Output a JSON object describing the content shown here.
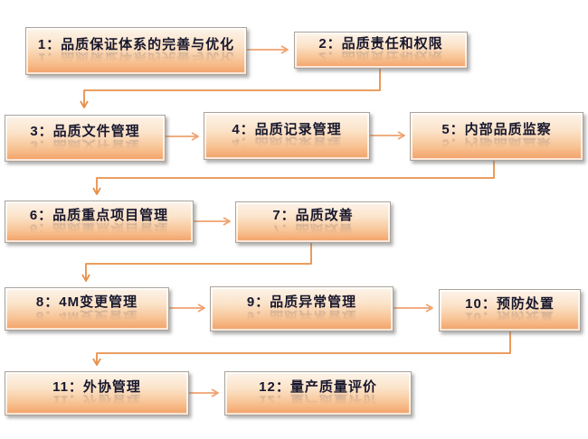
{
  "colors": {
    "background": "#ffffff",
    "box_border": "#aaa49c",
    "box_gradient_top": "#fdf4ea",
    "box_gradient_bottom": "#f2a066",
    "connector_straight": "#efa271",
    "connector_elbow": "#e8904b",
    "label_text": "#17172d"
  },
  "flowchart": {
    "nodes": [
      {
        "id": "1",
        "label": "1：品质保证体系的完善与优化"
      },
      {
        "id": "2",
        "label": "2：品质责任和权限"
      },
      {
        "id": "3",
        "label": "3：品质文件管理"
      },
      {
        "id": "4",
        "label": "4：品质记录管理"
      },
      {
        "id": "5",
        "label": "5：内部品质监察"
      },
      {
        "id": "6",
        "label": "6：品质重点项目管理"
      },
      {
        "id": "7",
        "label": "7：品质改善"
      },
      {
        "id": "8",
        "label": "8：4M变更管理"
      },
      {
        "id": "9",
        "label": "9：品质异常管理"
      },
      {
        "id": "10",
        "label": "10：预防处置"
      },
      {
        "id": "11",
        "label": "11：外协管理"
      },
      {
        "id": "12",
        "label": "12：量产质量评价"
      }
    ],
    "connections": [
      {
        "from": "1",
        "to": "2",
        "type": "straight"
      },
      {
        "from": "2",
        "to": "3",
        "type": "elbow"
      },
      {
        "from": "3",
        "to": "4",
        "type": "straight"
      },
      {
        "from": "4",
        "to": "5",
        "type": "straight"
      },
      {
        "from": "5",
        "to": "6",
        "type": "elbow"
      },
      {
        "from": "6",
        "to": "7",
        "type": "straight"
      },
      {
        "from": "7",
        "to": "8",
        "type": "elbow"
      },
      {
        "from": "8",
        "to": "9",
        "type": "straight"
      },
      {
        "from": "9",
        "to": "10",
        "type": "straight"
      },
      {
        "from": "10",
        "to": "11",
        "type": "elbow"
      },
      {
        "from": "11",
        "to": "12",
        "type": "straight"
      }
    ]
  }
}
